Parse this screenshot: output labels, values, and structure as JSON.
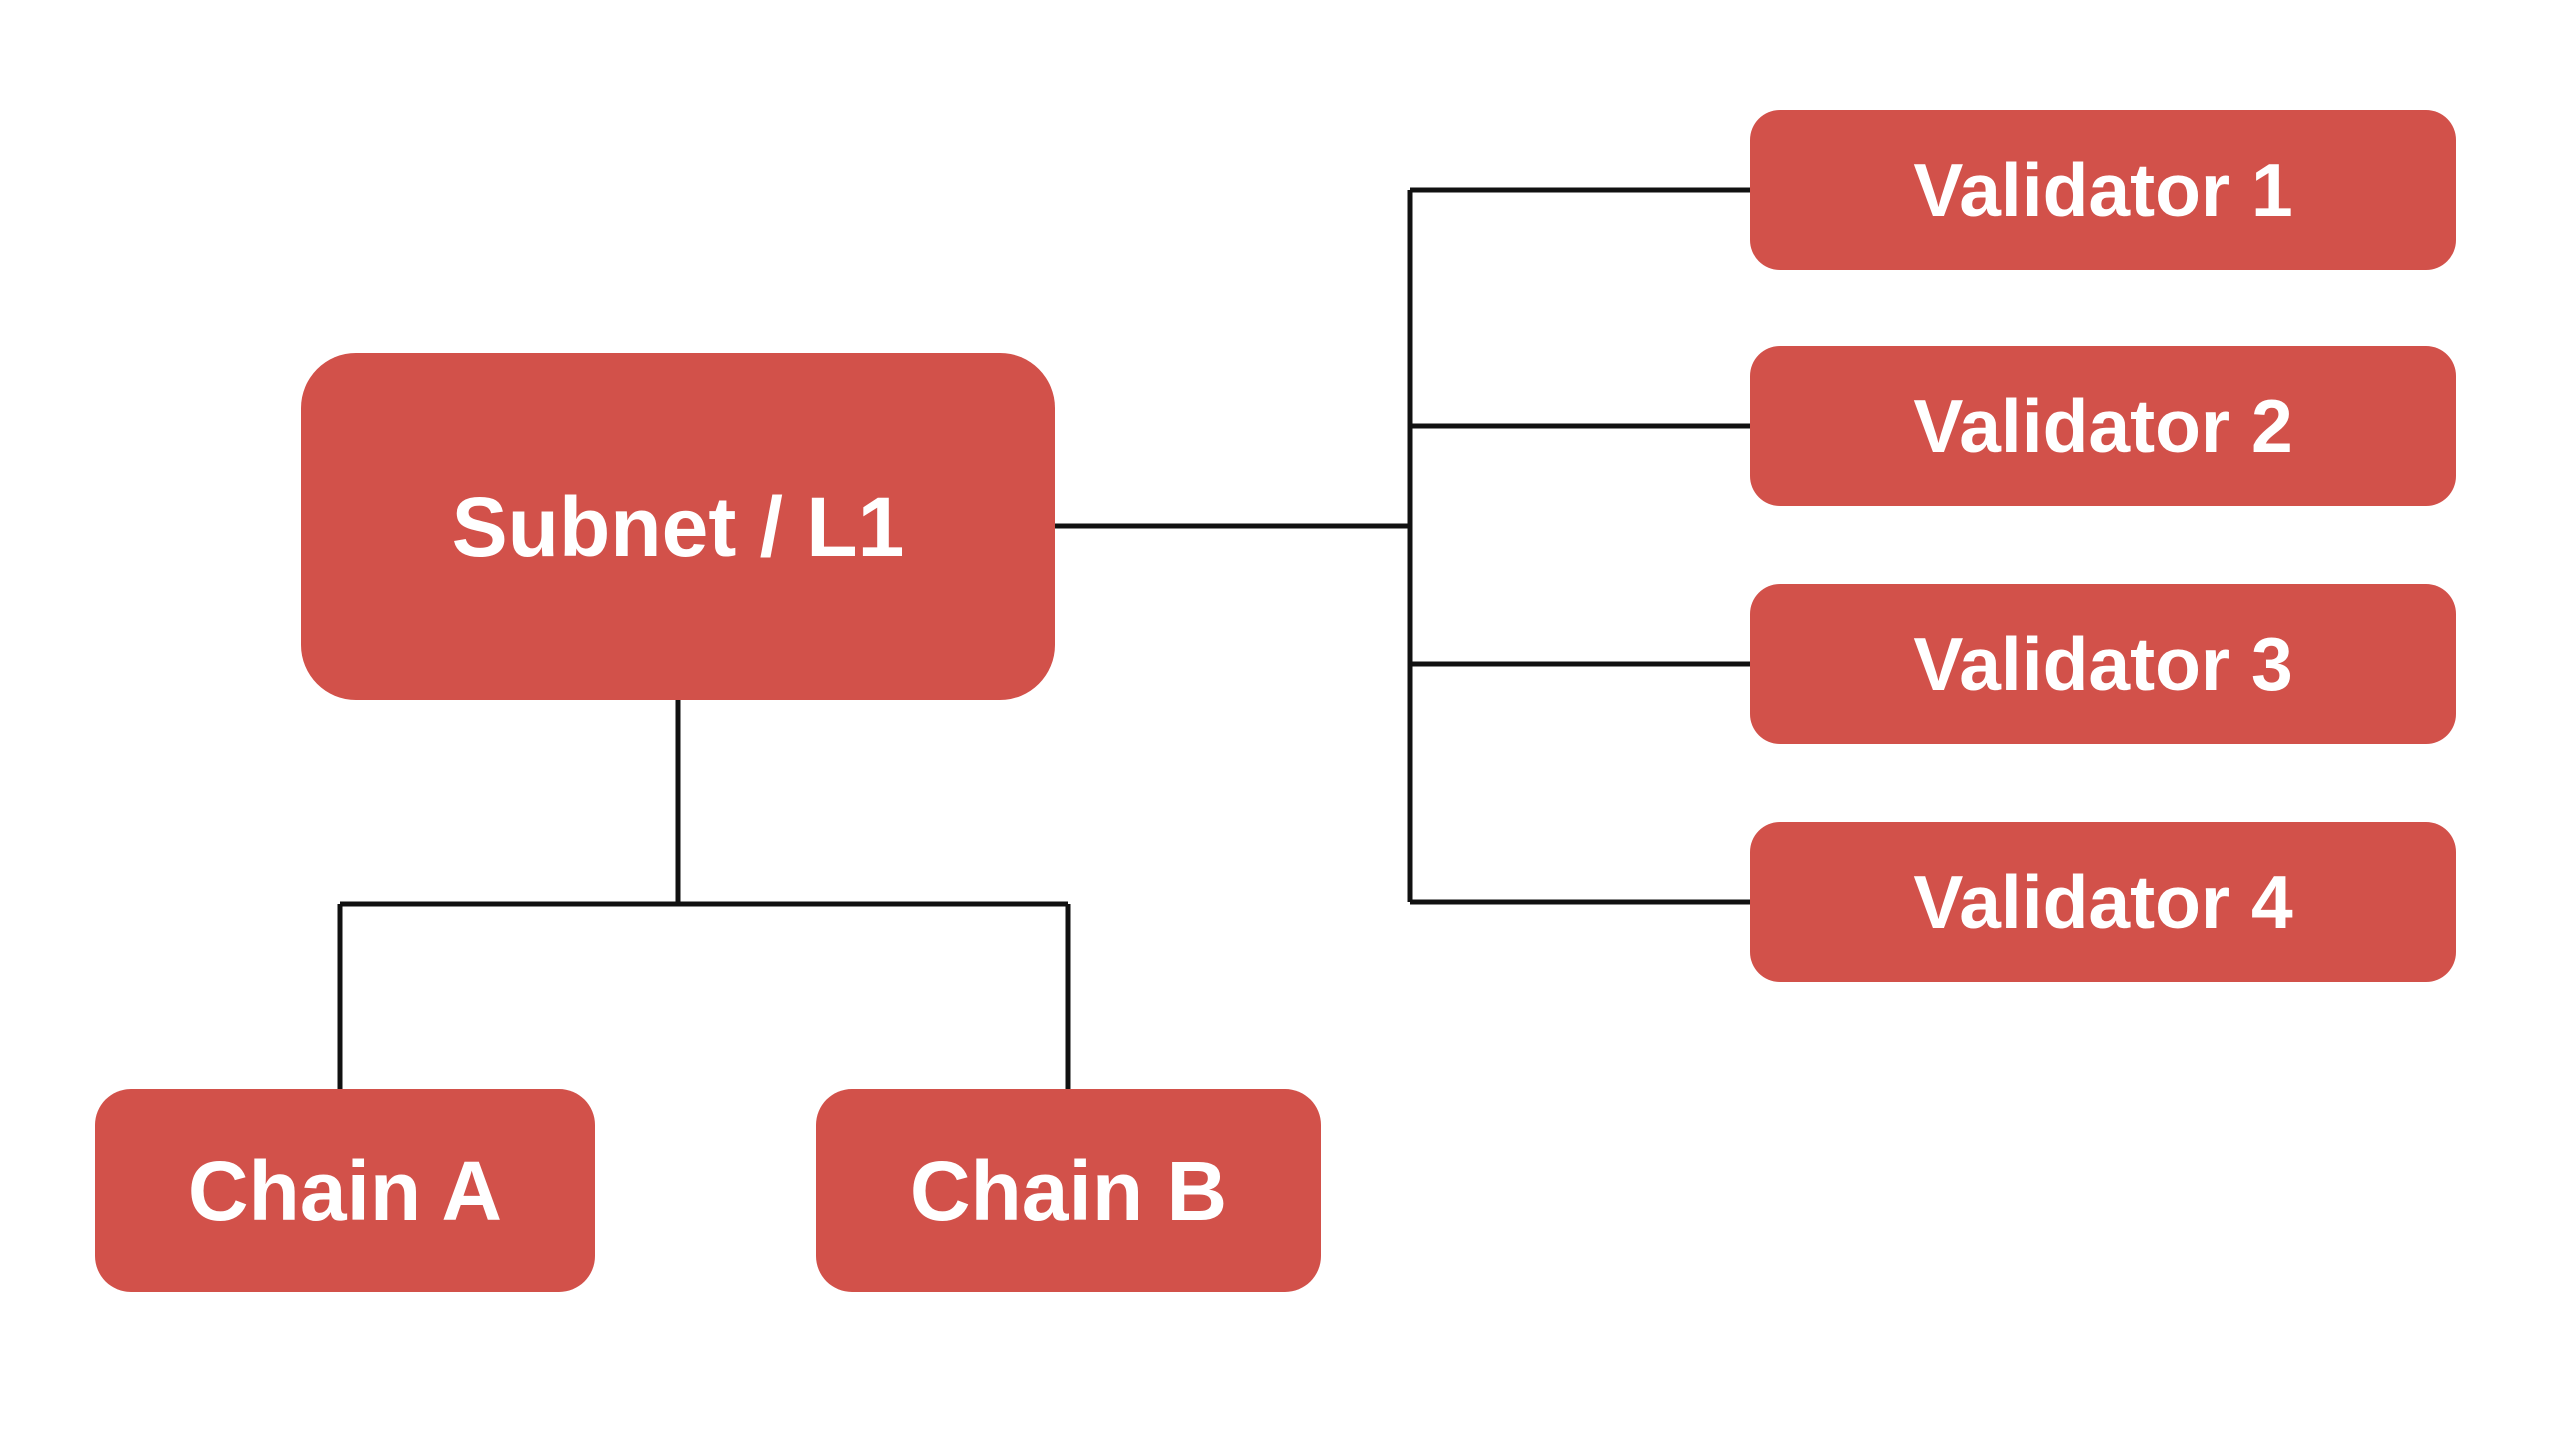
{
  "diagram": {
    "type": "tree",
    "root": {
      "id": "subnet",
      "label": "Subnet / L1"
    },
    "chains": [
      {
        "id": "chain-a",
        "label": "Chain A"
      },
      {
        "id": "chain-b",
        "label": "Chain B"
      }
    ],
    "validators": [
      {
        "id": "validator-1",
        "label": "Validator 1"
      },
      {
        "id": "validator-2",
        "label": "Validator 2"
      },
      {
        "id": "validator-3",
        "label": "Validator 3"
      },
      {
        "id": "validator-4",
        "label": "Validator 4"
      }
    ],
    "edges": [
      {
        "from": "subnet",
        "to": "chain-a"
      },
      {
        "from": "subnet",
        "to": "chain-b"
      },
      {
        "from": "subnet",
        "to": "validator-1"
      },
      {
        "from": "subnet",
        "to": "validator-2"
      },
      {
        "from": "subnet",
        "to": "validator-3"
      },
      {
        "from": "subnet",
        "to": "validator-4"
      }
    ],
    "colors": {
      "node_fill": "#D2514A",
      "node_text": "#FFFFFF",
      "connector": "#111111",
      "background": "#FFFFFF"
    }
  }
}
